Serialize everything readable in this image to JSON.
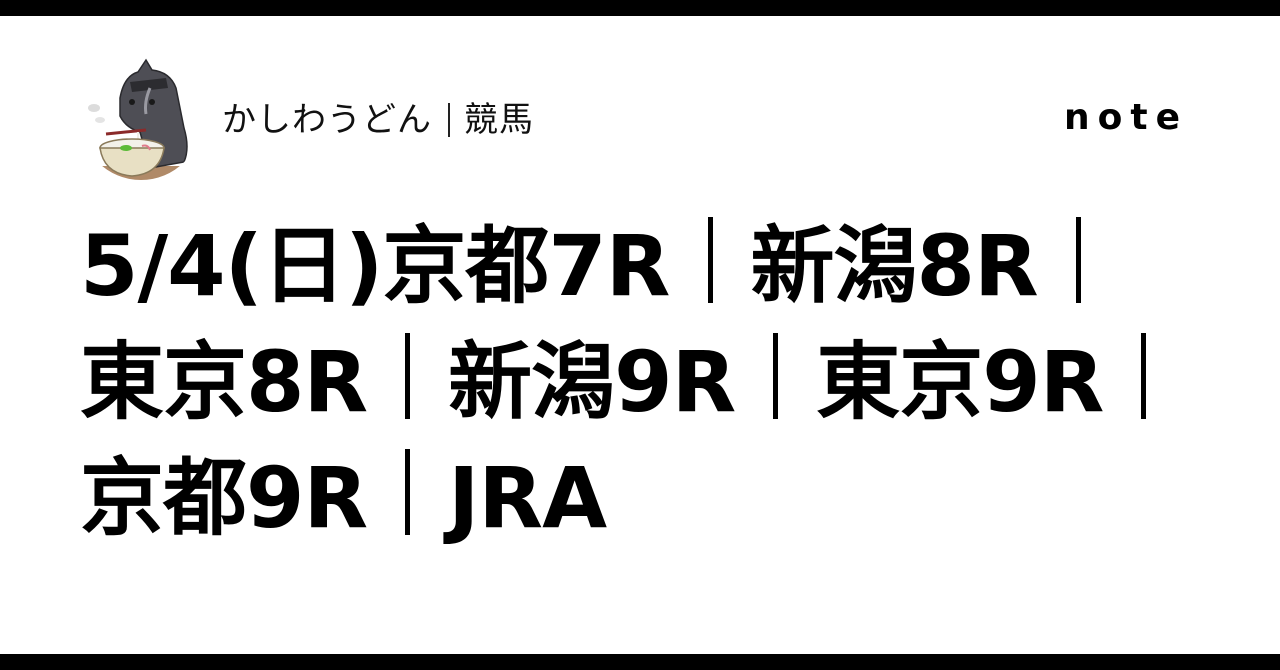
{
  "header": {
    "avatar_alt": "horse eating udon illustration",
    "author_name": "かしわうどん",
    "category": "競馬",
    "logo": "note"
  },
  "title": {
    "full": "5/4(日)京都7R｜新潟8R｜東京8R｜新潟9R｜東京9R｜京都9R｜JRA",
    "segments": [
      "5/4(日)京都7R",
      "新潟8R",
      "東京8R",
      "新潟9R",
      "東京9R",
      "京都9R",
      "JRA"
    ]
  },
  "colors": {
    "background": "#ffffff",
    "text": "#000000",
    "frame_bars": "#000000"
  }
}
